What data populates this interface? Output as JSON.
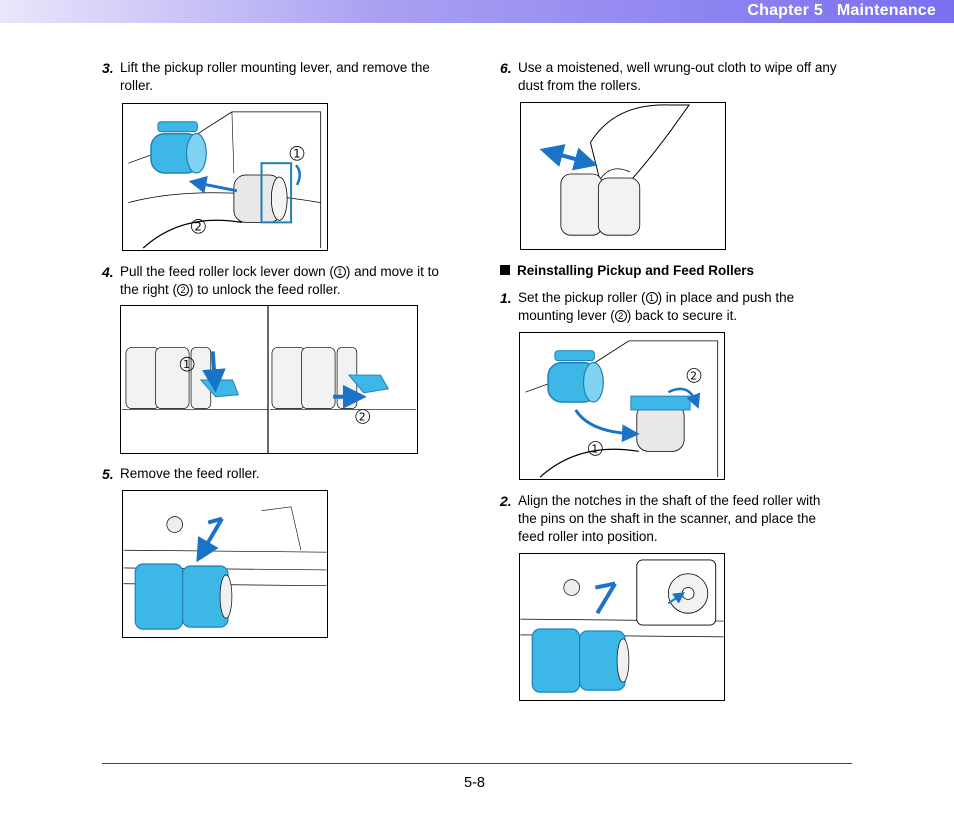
{
  "header": {
    "title": "Chapter 5   Maintenance"
  },
  "steps_left": [
    {
      "num": "3.",
      "line1": "Lift the pickup roller mounting lever, and remove the",
      "line2": "roller."
    },
    {
      "num": "4.",
      "line1_a": "Pull the feed roller lock lever down (",
      "line1_mark": "1",
      "line1_b": ") and move it to",
      "line2_a": "the right (",
      "line2_mark": "2",
      "line2_b": ") to unlock the feed roller."
    },
    {
      "num": "5.",
      "line1": "Remove the feed roller."
    }
  ],
  "steps_right": [
    {
      "num": "6.",
      "line1": "Use a moistened, well wrung-out cloth to wipe off any",
      "line2": "dust from the rollers."
    }
  ],
  "section": {
    "title": "Reinstalling Pickup and Feed Rollers"
  },
  "steps_reinstall": [
    {
      "num": "1.",
      "line1_a": "Set the pickup roller (",
      "line1_mark": "1",
      "line1_b": ") in place and push the",
      "line2_a": "mounting lever (",
      "line2_mark": "2",
      "line2_b": ") back to secure it."
    },
    {
      "num": "2.",
      "line1": "Align the notches in the shaft of the feed roller with",
      "line2": "the pins on the shaft in the scanner, and place the",
      "line3": "feed roller into position."
    }
  ],
  "callouts": {
    "one": "1",
    "two": "2"
  },
  "colors": {
    "roller_blue": "#3db8e6",
    "roller_dark": "#1f7fb8",
    "arrow_blue": "#1a73c8",
    "rule": "#3b2fc9"
  },
  "footer": {
    "page": "5-8"
  }
}
